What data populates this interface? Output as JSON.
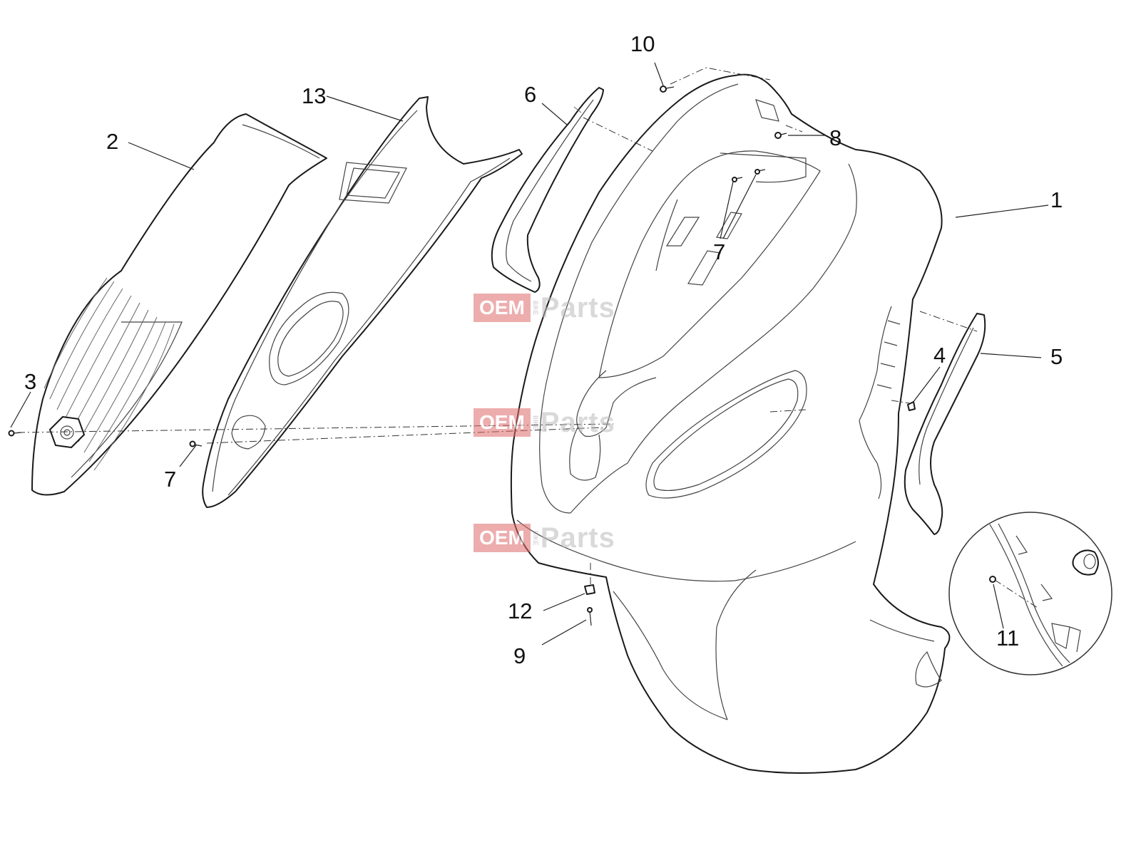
{
  "callouts": [
    {
      "id": "1",
      "label": "1"
    },
    {
      "id": "2",
      "label": "2"
    },
    {
      "id": "3",
      "label": "3"
    },
    {
      "id": "4",
      "label": "4"
    },
    {
      "id": "5",
      "label": "5"
    },
    {
      "id": "6",
      "label": "6"
    },
    {
      "id": "7a",
      "label": "7"
    },
    {
      "id": "7b",
      "label": "7"
    },
    {
      "id": "8",
      "label": "8"
    },
    {
      "id": "9",
      "label": "9"
    },
    {
      "id": "10",
      "label": "10"
    },
    {
      "id": "11",
      "label": "11"
    },
    {
      "id": "12",
      "label": "12"
    },
    {
      "id": "13",
      "label": "13"
    }
  ],
  "watermark": {
    "left": "OEM",
    "middle": "BIKE",
    "right": "Parts"
  }
}
